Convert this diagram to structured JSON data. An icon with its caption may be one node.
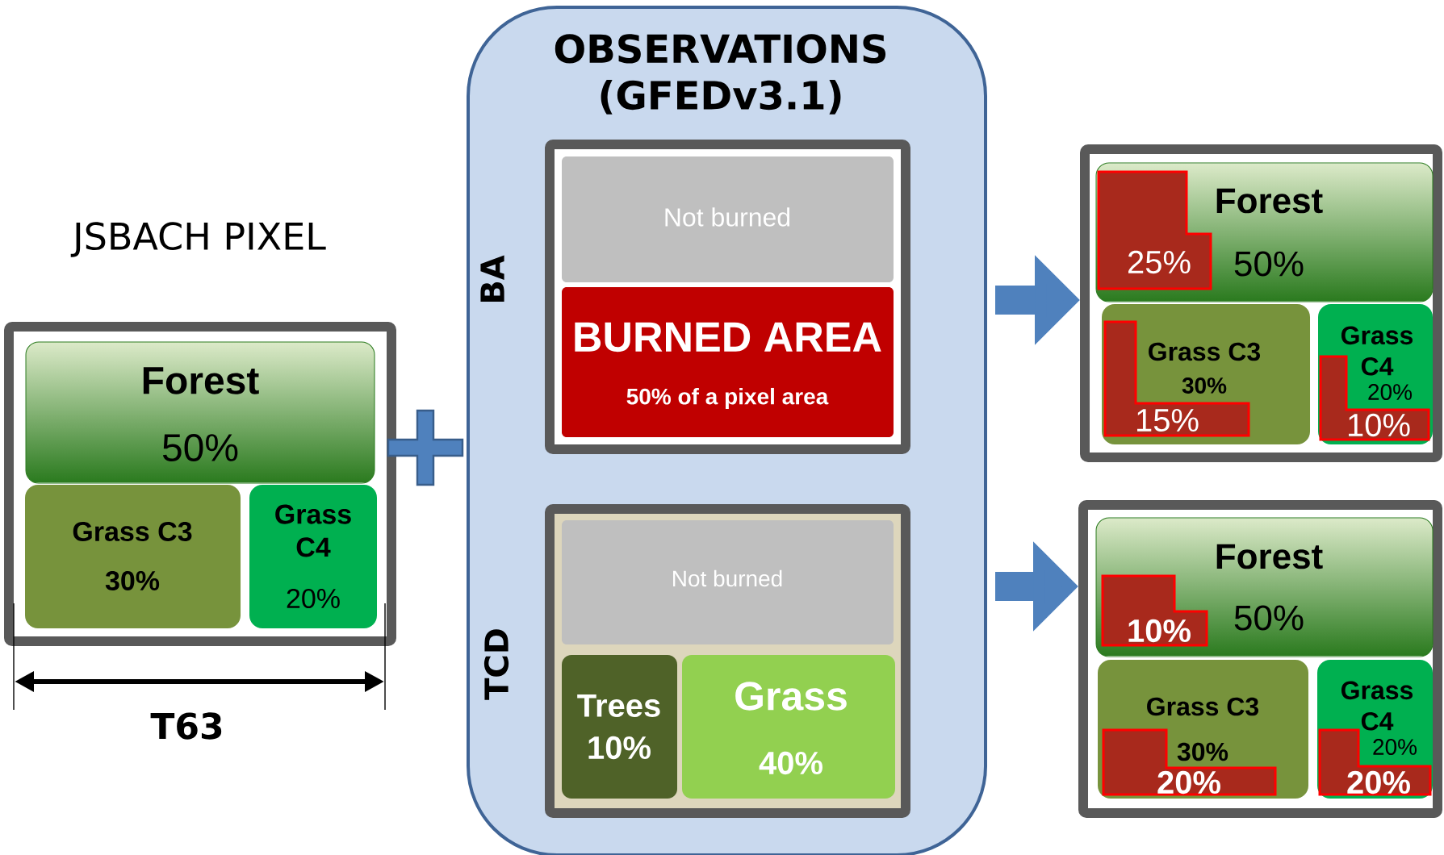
{
  "diagram": {
    "nodes": [
      {
        "text": [
          "JSBACH PIXEL"
        ]
      },
      {
        "text": [
          "Forest",
          "50%"
        ],
        "in": 0
      },
      {
        "text": [
          "Grass C3",
          "30%"
        ],
        "in": 0
      },
      {
        "text": [
          "Grass C4",
          "20%"
        ],
        "in": 0
      },
      {
        "text": [
          "OBSERVATIONS (GFEDv3.1)"
        ]
      },
      {
        "text": [
          "BA"
        ],
        "in": 4
      },
      {
        "text": [
          "Not burned"
        ],
        "in": 5
      },
      {
        "text": [
          "BURNED AREA",
          "50% of a pixel area"
        ],
        "in": 5
      },
      {
        "text": [
          "TCD"
        ],
        "in": 4
      },
      {
        "text": [
          "Not burned"
        ],
        "in": 8
      },
      {
        "text": [
          "Trees",
          "10%"
        ],
        "in": 8
      },
      {
        "text": [
          "Grass",
          "40%"
        ],
        "in": 8
      },
      {
        "text": [],
        "shape": "box"
      },
      {
        "text": [
          "Forest",
          "50%"
        ],
        "in": 12
      },
      {
        "text": [
          "Grass C3",
          "30%"
        ],
        "in": 12
      },
      {
        "text": [
          "Grass C4",
          "20%"
        ],
        "in": 12
      },
      {
        "text": [
          "25%"
        ],
        "in": 13
      },
      {
        "text": [
          "15%"
        ],
        "in": 14
      },
      {
        "text": [
          "10%"
        ],
        "in": 15
      },
      {
        "text": [],
        "shape": "box"
      },
      {
        "text": [
          "Forest",
          "50%"
        ],
        "in": 19
      },
      {
        "text": [
          "Grass C3",
          "30%"
        ],
        "in": 19
      },
      {
        "text": [
          "Grass C4",
          "20%"
        ],
        "in": 19
      },
      {
        "text": [
          "10%"
        ],
        "in": 20
      },
      {
        "text": [
          "20%"
        ],
        "in": 21
      },
      {
        "text": [
          "20%"
        ],
        "in": 22
      },
      {
        "text": [],
        "shape": "cross"
      }
    ],
    "edges": [
      {
        "from": 4,
        "to": 12,
        "arrow": "to"
      },
      {
        "from": 4,
        "to": 19,
        "arrow": "to"
      }
    ],
    "labels": [
      "T63"
    ]
  }
}
